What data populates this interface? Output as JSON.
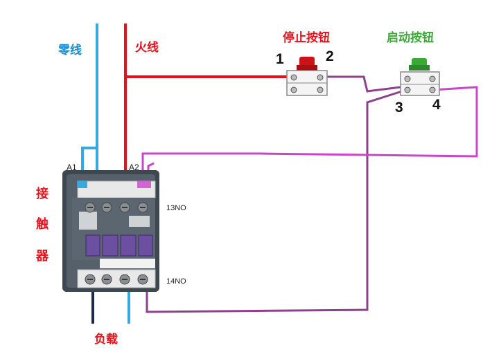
{
  "labels": {
    "neutral": "零线",
    "live": "火线",
    "stop_button": "停止按钮",
    "start_button": "启动按钮",
    "contactor_1": "接",
    "contactor_2": "触",
    "contactor_3": "器",
    "load": "负载"
  },
  "terminals": {
    "t1": "1",
    "t2": "2",
    "t3": "3",
    "t4": "4",
    "a1": "A1",
    "a2": "A2",
    "no13": "13NO",
    "no14": "14NO"
  },
  "colors": {
    "neutral_wire": "#36a9e1",
    "live_wire": "#e8101a",
    "control_wire": "#8e3f8e",
    "coil_wire": "#cc44cc",
    "load_wire": "#1a2a4a",
    "label_red": "#e8101a",
    "label_blue": "#1d8fd0",
    "label_green": "#3aaa35"
  }
}
